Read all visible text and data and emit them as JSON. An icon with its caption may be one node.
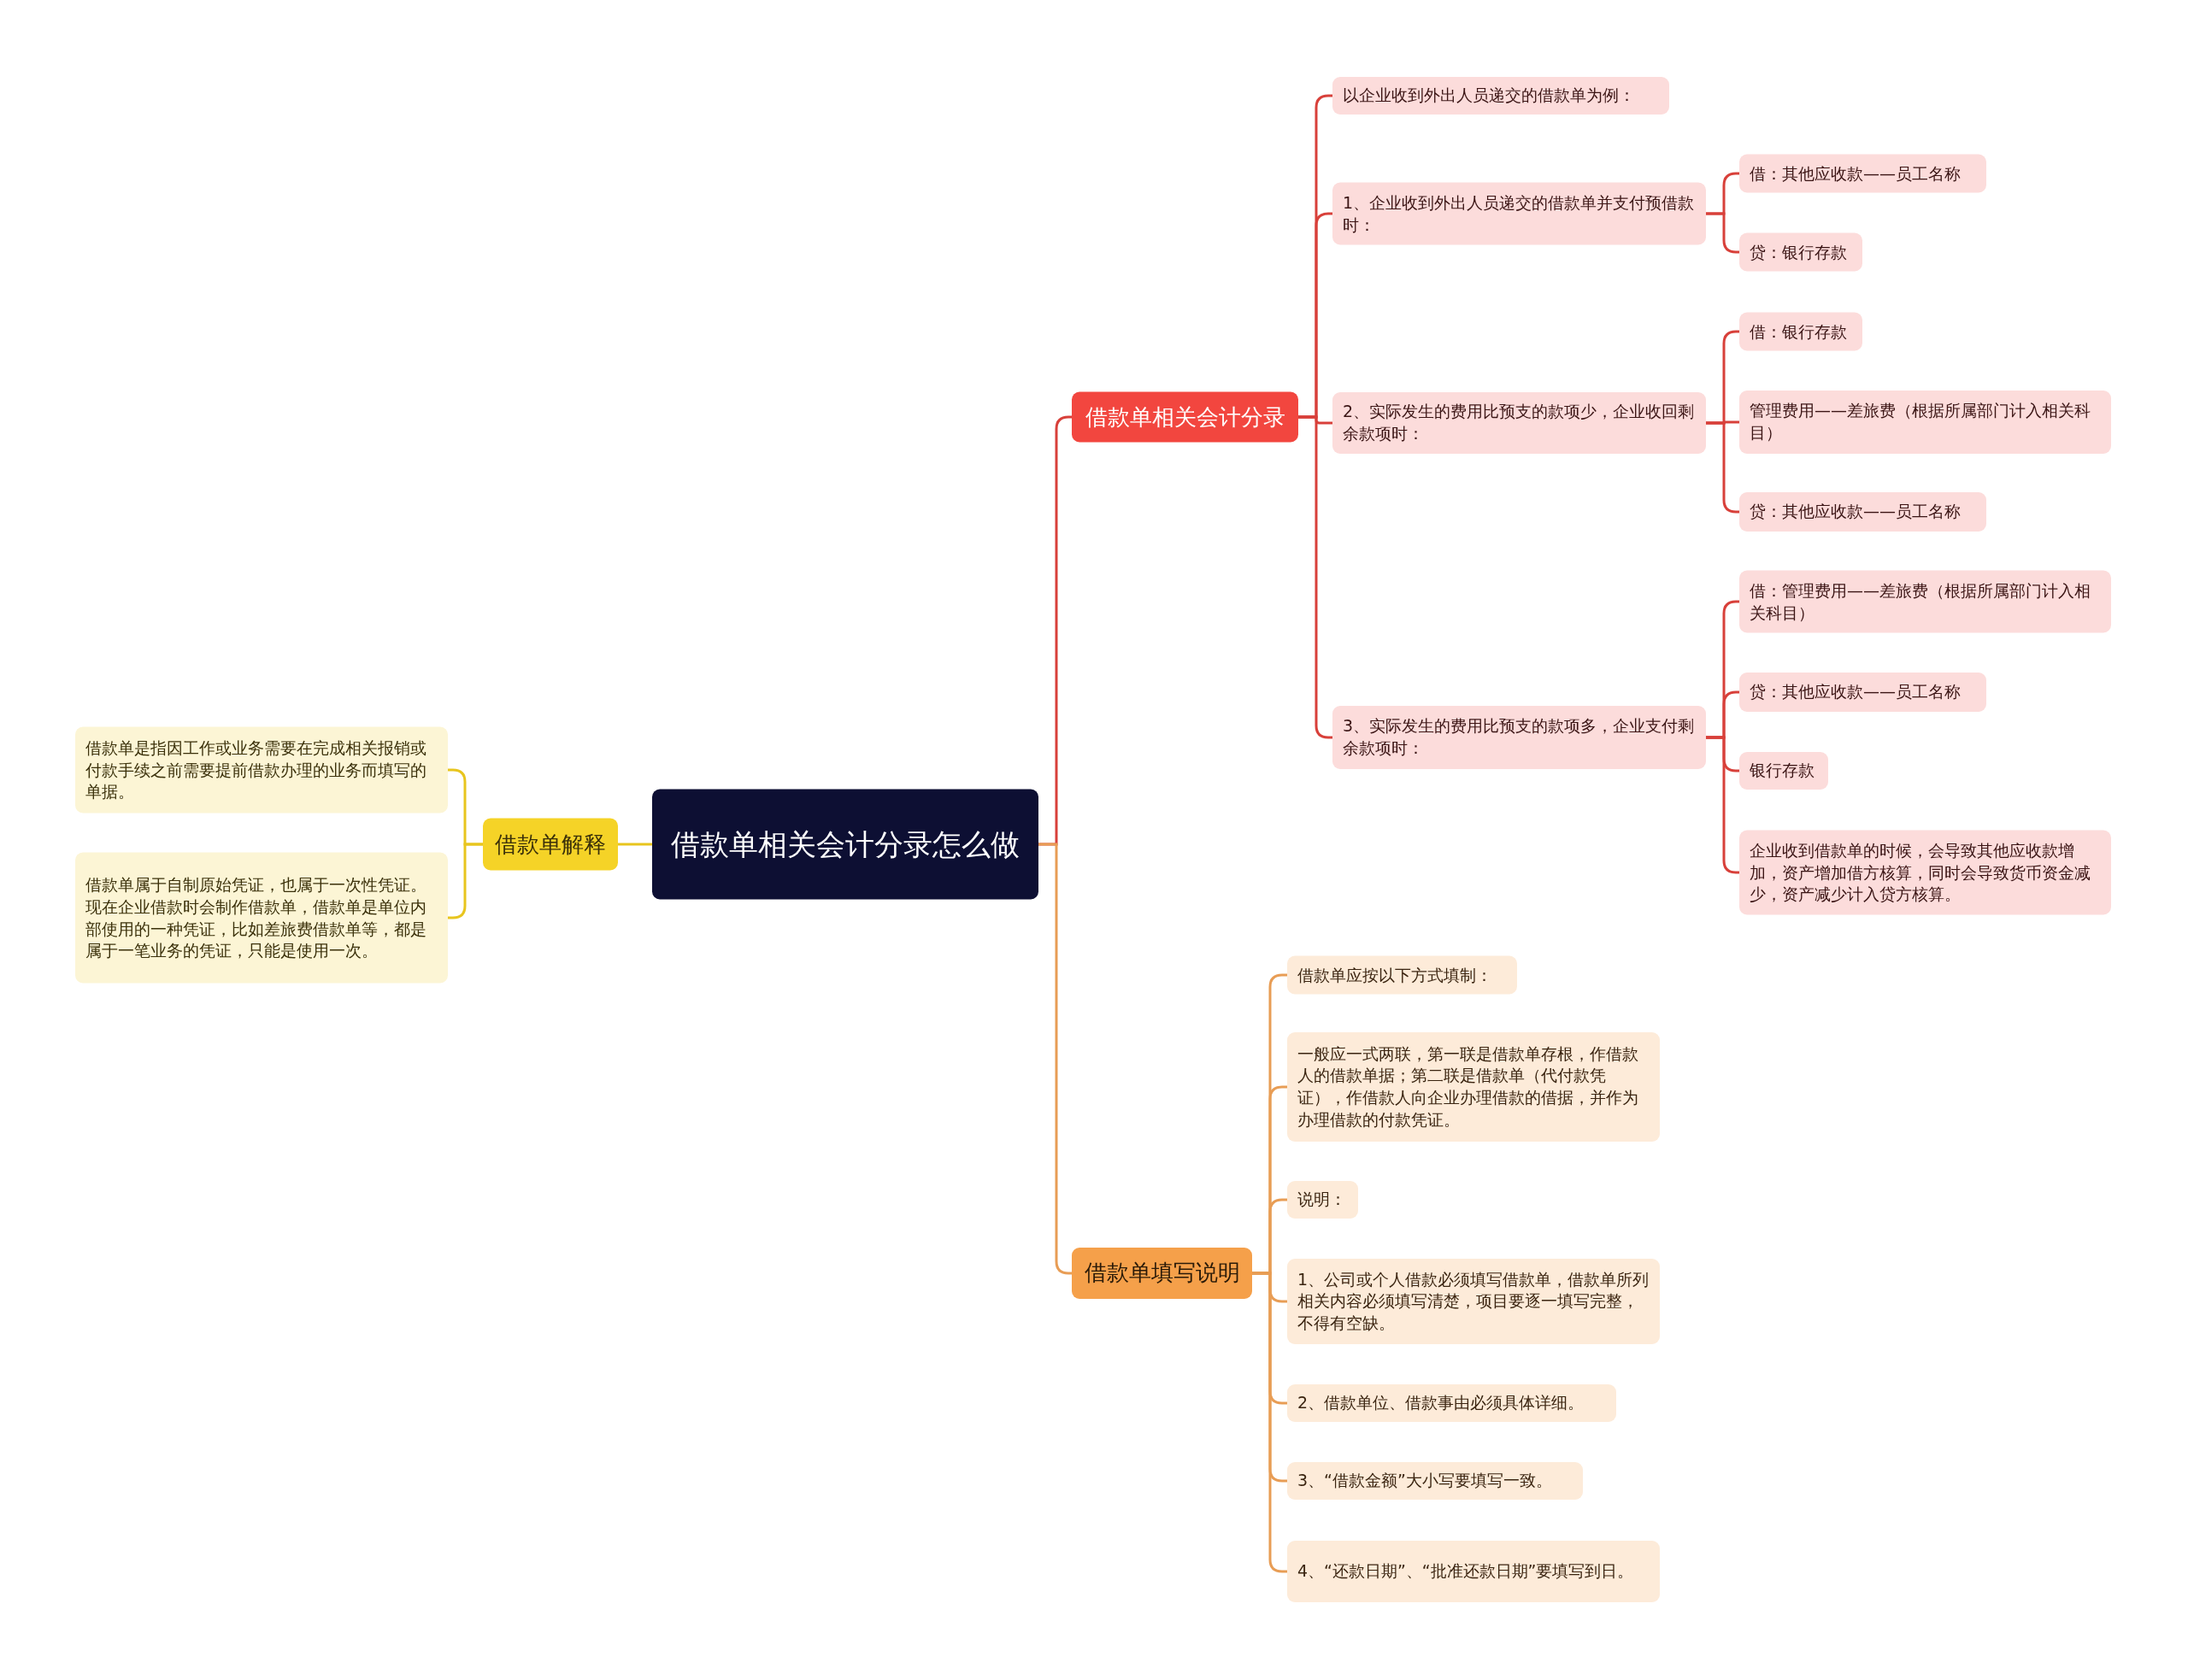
{
  "diagram": {
    "nodes": [
      {
        "text": [
          "借款单相关会计分录怎么做"
        ]
      },
      {
        "text": [
          "借款单解释"
        ]
      },
      {
        "text": [
          "借款单是指因工作或业务需要在完成相关报销或付款手续之前需要提前借款办理的业务而填写的单据。"
        ]
      },
      {
        "text": [
          "借款单属于自制原始凭证，也属于一次性凭证。现在企业借款时会制作借款单，借款单是单位内部使用的一种凭证，比如差旅费借款单等，都是属于一笔业务的凭证，只能是使用一次。"
        ]
      },
      {
        "text": [
          "借款单相关会计分录"
        ]
      },
      {
        "text": [
          "以企业收到外出人员递交的借款单为例："
        ]
      },
      {
        "text": [
          "1、企业收到外出人员递交的借款单并支付预借款时："
        ]
      },
      {
        "text": [
          "借：其他应收款——员工名称"
        ]
      },
      {
        "text": [
          "贷：银行存款"
        ]
      },
      {
        "text": [
          "2、实际发生的费用比预支的款项少，企业收回剩余款项时："
        ]
      },
      {
        "text": [
          "借：银行存款"
        ]
      },
      {
        "text": [
          "管理费用——差旅费（根据所属部门计入相关科目）"
        ]
      },
      {
        "text": [
          "贷：其他应收款——员工名称"
        ]
      },
      {
        "text": [
          "3、实际发生的费用比预支的款项多，企业支付剩余款项时："
        ]
      },
      {
        "text": [
          "借：管理费用——差旅费（根据所属部门计入相关科目）"
        ]
      },
      {
        "text": [
          "贷：其他应收款——员工名称"
        ]
      },
      {
        "text": [
          "银行存款"
        ]
      },
      {
        "text": [
          "企业收到借款单的时候，会导致其他应收款增加，资产增加借方核算，同时会导致货币资金减少，资产减少计入贷方核算。"
        ]
      },
      {
        "text": [
          "借款单填写说明"
        ]
      },
      {
        "text": [
          "借款单应按以下方式填制："
        ]
      },
      {
        "text": [
          "一般应一式两联，第一联是借款单存根，作借款人的借款单据；第二联是借款单（代付款凭证），作借款人向企业办理借款的借据，并作为办理借款的付款凭证。"
        ]
      },
      {
        "text": [
          "说明："
        ]
      },
      {
        "text": [
          "1、公司或个人借款必须填写借款单，借款单所列相关内容必须填写清楚，项目要逐一填写完整，不得有空缺。"
        ]
      },
      {
        "text": [
          "2、借款单位、借款事由必须具体详细。"
        ]
      },
      {
        "text": [
          "3、“借款金额”大小写要填写一致。"
        ]
      },
      {
        "text": [
          "4、“还款日期”、“批准还款日期”要填写到日。"
        ]
      }
    ],
    "edges": [
      {
        "from": 0,
        "to": 1,
        "arrow": "none",
        "color": "#e8c51e"
      },
      {
        "from": 1,
        "to": 2,
        "arrow": "none",
        "color": "#e8c51e"
      },
      {
        "from": 1,
        "to": 3,
        "arrow": "none",
        "color": "#e8c51e"
      },
      {
        "from": 0,
        "to": 4,
        "arrow": "none"
      },
      {
        "from": 4,
        "to": 5,
        "arrow": "none"
      },
      {
        "from": 4,
        "to": 6,
        "arrow": "none"
      },
      {
        "from": 6,
        "to": 7,
        "arrow": "none"
      },
      {
        "from": 6,
        "to": 8,
        "arrow": "none"
      },
      {
        "from": 4,
        "to": 9,
        "arrow": "none"
      },
      {
        "from": 9,
        "to": 10,
        "arrow": "none"
      },
      {
        "from": 9,
        "to": 11,
        "arrow": "none"
      },
      {
        "from": 9,
        "to": 12,
        "arrow": "none"
      },
      {
        "from": 4,
        "to": 13,
        "arrow": "none"
      },
      {
        "from": 13,
        "to": 14,
        "arrow": "none"
      },
      {
        "from": 13,
        "to": 15,
        "arrow": "none"
      },
      {
        "from": 13,
        "to": 16,
        "arrow": "none"
      },
      {
        "from": 13,
        "to": 17,
        "arrow": "none"
      },
      {
        "from": 0,
        "to": 18,
        "arrow": "none",
        "color": "#e89d55"
      },
      {
        "from": 18,
        "to": 19,
        "arrow": "none",
        "color": "#e89d55"
      },
      {
        "from": 18,
        "to": 20,
        "arrow": "none",
        "color": "#e89d55"
      },
      {
        "from": 18,
        "to": 21,
        "arrow": "none",
        "color": "#e89d55"
      },
      {
        "from": 18,
        "to": 22,
        "arrow": "none",
        "color": "#e89d55"
      },
      {
        "from": 18,
        "to": 23,
        "arrow": "none",
        "color": "#e89d55"
      },
      {
        "from": 18,
        "to": 24,
        "arrow": "none",
        "color": "#e89d55"
      },
      {
        "from": 18,
        "to": 25,
        "arrow": "none",
        "color": "#e89d55"
      }
    ]
  }
}
